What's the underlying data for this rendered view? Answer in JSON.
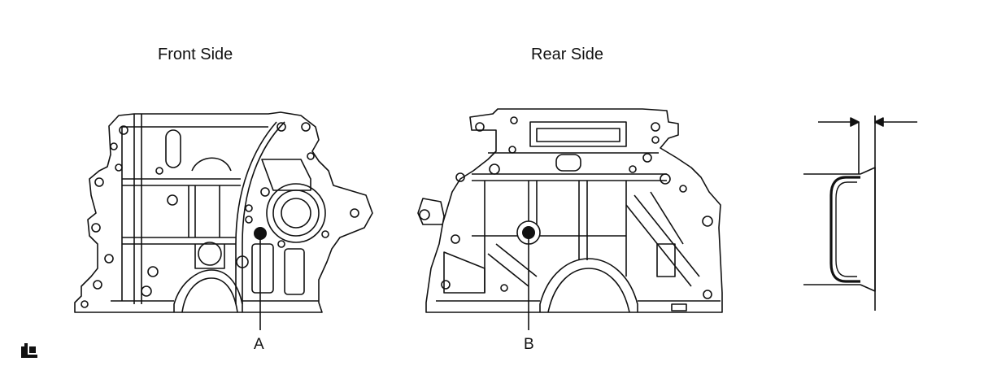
{
  "labels": {
    "front_side": "Front Side",
    "rear_side": "Rear Side"
  },
  "callouts": {
    "a": "A",
    "b": "B"
  },
  "icons": {
    "corner_symbol": "sealant-applicator-icon"
  },
  "colors": {
    "line": "#111111",
    "background": "#ffffff"
  }
}
